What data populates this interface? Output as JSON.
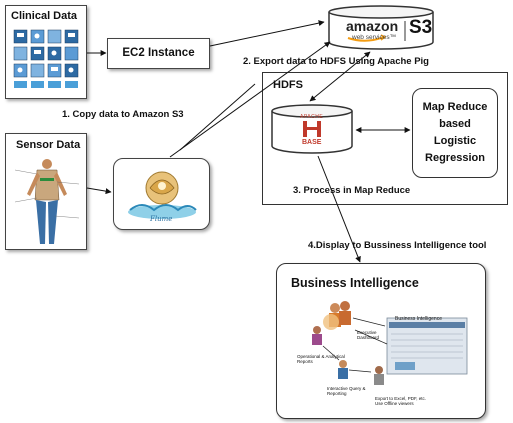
{
  "clinical": {
    "title": "Clinical Data"
  },
  "ec2": {
    "label": "EC2 Instance"
  },
  "s3": {
    "brand": "amazon",
    "sub": "web services™",
    "label": "S3"
  },
  "hdfs": {
    "label": "HDFS"
  },
  "hbase": {
    "label_top": "APACHE",
    "label_bottom": "BASE"
  },
  "mapreduce": {
    "line1": "Map Reduce",
    "line2": "based",
    "line3": "Logistic",
    "line4": "Regression"
  },
  "sensor": {
    "title": "Sensor Data"
  },
  "steps": {
    "s1": "1. Copy data to Amazon S3",
    "s2": "2. Export data to HDFS  Using Apache Pig",
    "s3": "3. Process in Map Reduce",
    "s4": "4.Display to Bussiness Intelligence tool"
  },
  "bi": {
    "title": "Business Intelligence",
    "inner_title": "Business Intelligence",
    "exec": "Executive Dashboard",
    "ops": "Operational & Analytical Reports",
    "iq": "Interactive Query & Reporting",
    "export": "Export to Excel, PDF, etc. Use Offline viewers"
  },
  "colors": {
    "accent": "#f39c12",
    "hbase_red": "#c0392b",
    "hdfs_border": "#333333"
  }
}
